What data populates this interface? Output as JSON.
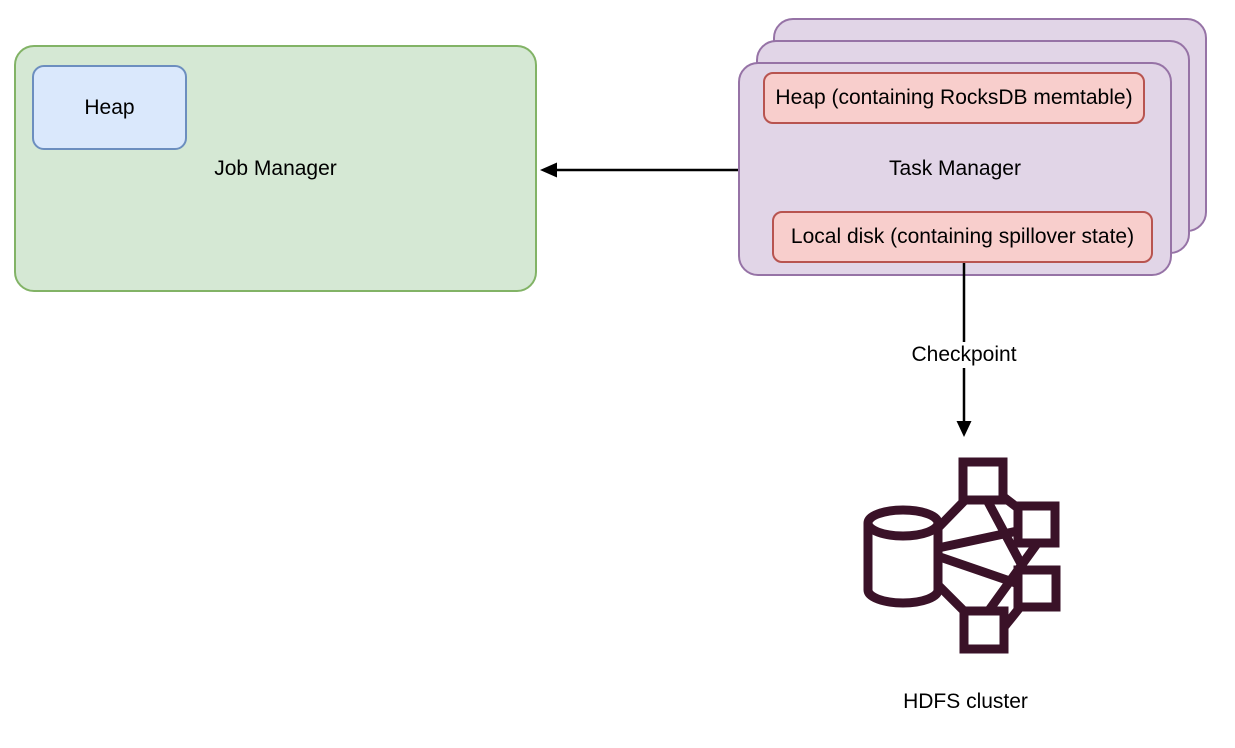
{
  "diagram": {
    "job_manager": {
      "label": "Job Manager",
      "heap_label": "Heap"
    },
    "task_manager": {
      "label": "Task Manager",
      "stack_count": 3,
      "heap_label": "Heap (containing RocksDB memtable)",
      "local_disk_label": "Local disk (containing spillover state)"
    },
    "edges": {
      "task_to_job_arrow": "Task Manager -> Job Manager",
      "checkpoint_label": "Checkpoint"
    },
    "hdfs": {
      "label": "HDFS cluster",
      "icon": "hdfs-cluster-icon"
    },
    "colors": {
      "job_manager_fill": "#d5e8d4",
      "job_manager_stroke": "#82b366",
      "heap_fill": "#dae8fc",
      "heap_stroke": "#6c8ebf",
      "task_manager_fill": "#e1d5e7",
      "task_manager_stroke": "#9673a6",
      "red_box_fill": "#f8cecc",
      "red_box_stroke": "#b85450",
      "arrow_color": "#000000",
      "hdfs_icon_color": "#3a1228",
      "background": "#ffffff"
    }
  }
}
